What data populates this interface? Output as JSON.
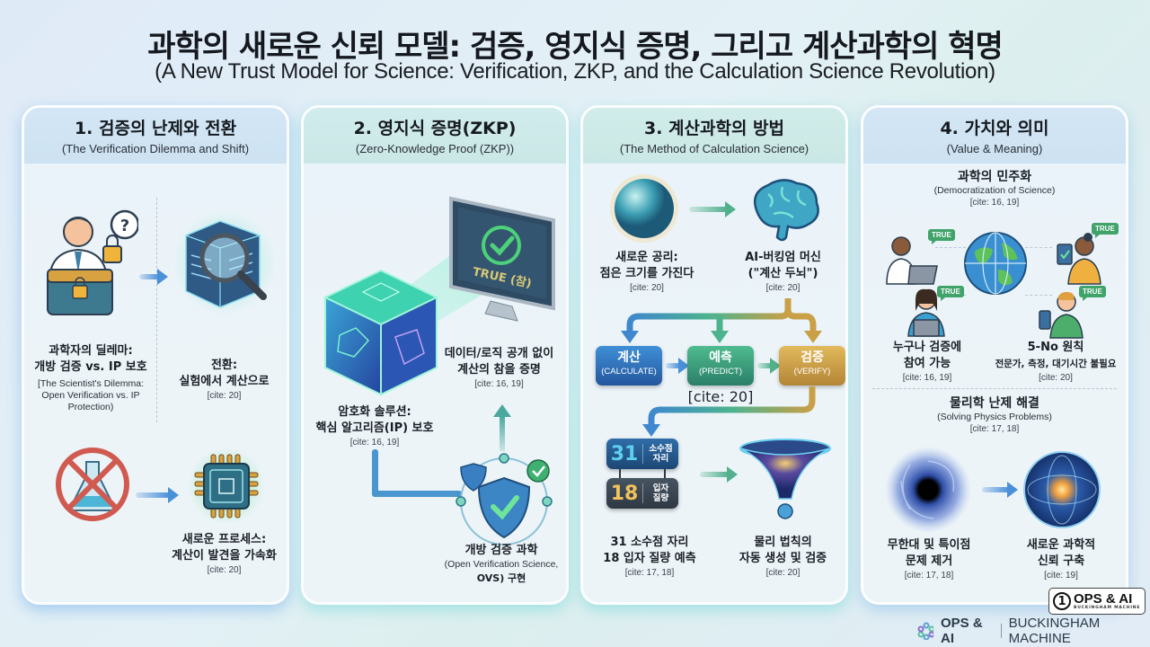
{
  "header": {
    "title": "과학의 새로운 신뢰 모델: 검증, 영지식 증명, 그리고 계산과학의 혁명",
    "subtitle": "(A New Trust Model for Science: Verification, ZKP, and the Calculation Science Revolution)"
  },
  "colors": {
    "blue_accent": "#4a90d9",
    "green_accent": "#52b08c",
    "gold_accent": "#c9a046",
    "true_green": "#3fa36a"
  },
  "panels": [
    {
      "title": "1. 검증의 난제와 전환",
      "subtitle": "(The Verification Dilemma and Shift)",
      "items": [
        {
          "icon": "scientist-with-locked-chest-icon",
          "title_line1": "과학자의 딜레마:",
          "title_line2": "개방 검증 vs. IP 보호",
          "english": "[The Scientist's Dilemma: Open Verification vs. IP Protection)"
        },
        {
          "icon": "server-magnifier-icon",
          "title_line1": "전환:",
          "title_line2": "실험에서 계산으로",
          "cite": "[cite: 20]"
        },
        {
          "icon": "no-lab-flask-icon"
        },
        {
          "icon": "cpu-chip-icon",
          "title_line1": "새로운 프로세스:",
          "title_line2": "계산이 발견을 가속화",
          "cite": "[cite: 20]"
        }
      ]
    },
    {
      "title": "2. 영지식 증명(ZKP)",
      "subtitle": "(Zero-Knowledge Proof (ZKP))",
      "monitor_text": "TRUE (참)",
      "items": [
        {
          "icon": "crypto-cube-icon",
          "title_line1": "암호화 솔루션:",
          "title_line2": "핵심 알고리즘(IP) 보호",
          "cite": "[cite: 16, 19]"
        },
        {
          "icon": "monitor-check-icon",
          "title_line1": "데이터/로직 공개 없이",
          "title_line2": "계산의 참을 증명",
          "cite": "[cite: 16, 19]"
        },
        {
          "icon": "shield-check-icon",
          "title_line1": "개방 검증 과학",
          "english": "(Open Verification Science,",
          "english2": "OVS) 구현"
        }
      ]
    },
    {
      "title": "3. 계산과학의 방법",
      "subtitle": "(The Method of Calculation Science)",
      "items": [
        {
          "icon": "sphere-point-icon",
          "title_line1": "새로운 공리:",
          "title_line2": "점은 크기를 가진다",
          "cite": "[cite: 20]"
        },
        {
          "icon": "brain-icon",
          "title_line1": "AI-버킹엄 머신",
          "title_line2": "(\"계산 두뇌\")",
          "cite": "[cite: 20]"
        }
      ],
      "steps": [
        {
          "ko": "계산",
          "en": "(CALCULATE)"
        },
        {
          "ko": "예측",
          "en": "(PREDICT)"
        },
        {
          "ko": "검증",
          "en": "(VERIFY)"
        }
      ],
      "steps_cite": "[cite: 20]",
      "numbers": [
        {
          "value": "31",
          "label_l1": "소수점",
          "label_l2": "자리"
        },
        {
          "value": "18",
          "label_l1": "입자",
          "label_l2": "질량"
        }
      ],
      "bottom": [
        {
          "title_line1": "31 소수점 자리",
          "title_line2": "18 입자 질량 예측",
          "cite": "[cite: 17, 18]"
        },
        {
          "icon": "cosmic-funnel-icon",
          "title_line1": "물리 법칙의",
          "title_line2": "자동 생성 및 검증",
          "cite": "[cite: 20]"
        }
      ]
    },
    {
      "title": "4. 가치와 의미",
      "subtitle": "(Value & Meaning)",
      "section1": {
        "title": "과학의 민주화",
        "english": "(Democratization of Science)",
        "cite": "[cite: 16, 19]",
        "true_tag": "TRUE",
        "left": {
          "title_line1": "누구나 검증에",
          "title_line2": "참여 가능",
          "cite": "[cite: 16, 19]"
        },
        "right": {
          "title_line1": "5-No 원칙",
          "title_line2": "전문가, 측정, 대기시간 불필요",
          "cite": "[cite: 20]"
        }
      },
      "section2": {
        "title": "물리학 난제 해결",
        "english": "(Solving Physics Problems)",
        "cite": "[cite: 17, 18]",
        "left": {
          "icon": "black-hole-icon",
          "title_line1": "무한대 및 특이점",
          "title_line2": "문제 제거",
          "cite": "[cite: 17, 18]"
        },
        "right": {
          "icon": "glowing-sphere-icon",
          "title_line1": "새로운 과학적",
          "title_line2": "신뢰 구축",
          "cite": "[cite: 19]"
        }
      }
    }
  ],
  "footer": {
    "brand": "OPS & AI",
    "separator": "|",
    "tagline": "BUCKINGHAM MACHINE",
    "badge_number": "1",
    "badge_title": "OPS & AI",
    "badge_sub": "BUCKINGHAM MACHINE"
  }
}
